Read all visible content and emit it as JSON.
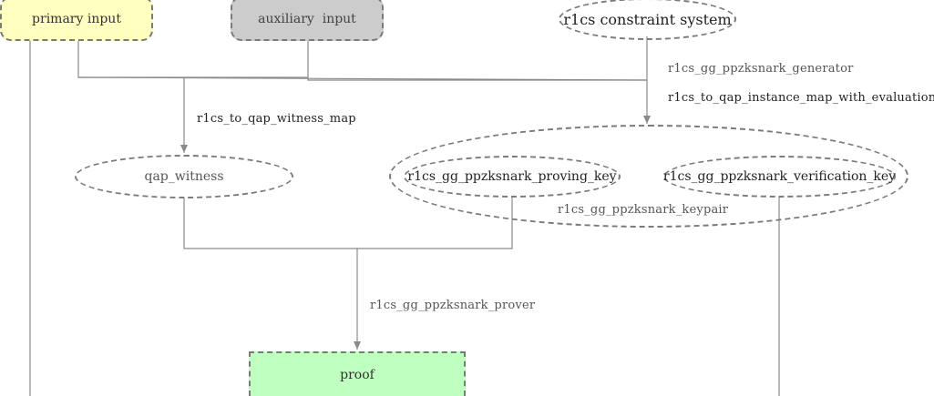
{
  "colors": {
    "primary_fill": "#ffffc0",
    "auxiliary_fill": "#cccccc",
    "proof_fill": "#bfffbf",
    "stroke": "#7a7a7a",
    "edge": "#8a8a8a"
  },
  "nodes": {
    "primary_input": "primary input",
    "auxiliary_input": "auxiliary  input",
    "r1cs_constraint_system": "r1cs constraint system",
    "qap_witness": "qap_witness",
    "proving_key": "r1cs_gg_ppzksnark_proving_key",
    "verification_key": "r1cs_gg_ppzksnark_verification_key",
    "keypair": "r1cs_gg_ppzksnark_keypair",
    "proof": "proof"
  },
  "edge_labels": {
    "witness_map": "r1cs_to_qap_witness_map",
    "generator": "r1cs_gg_ppzksnark_generator",
    "instance_map": "r1cs_to_qap_instance_map_with_evaluation",
    "prover": "r1cs_gg_ppzksnark_prover"
  }
}
